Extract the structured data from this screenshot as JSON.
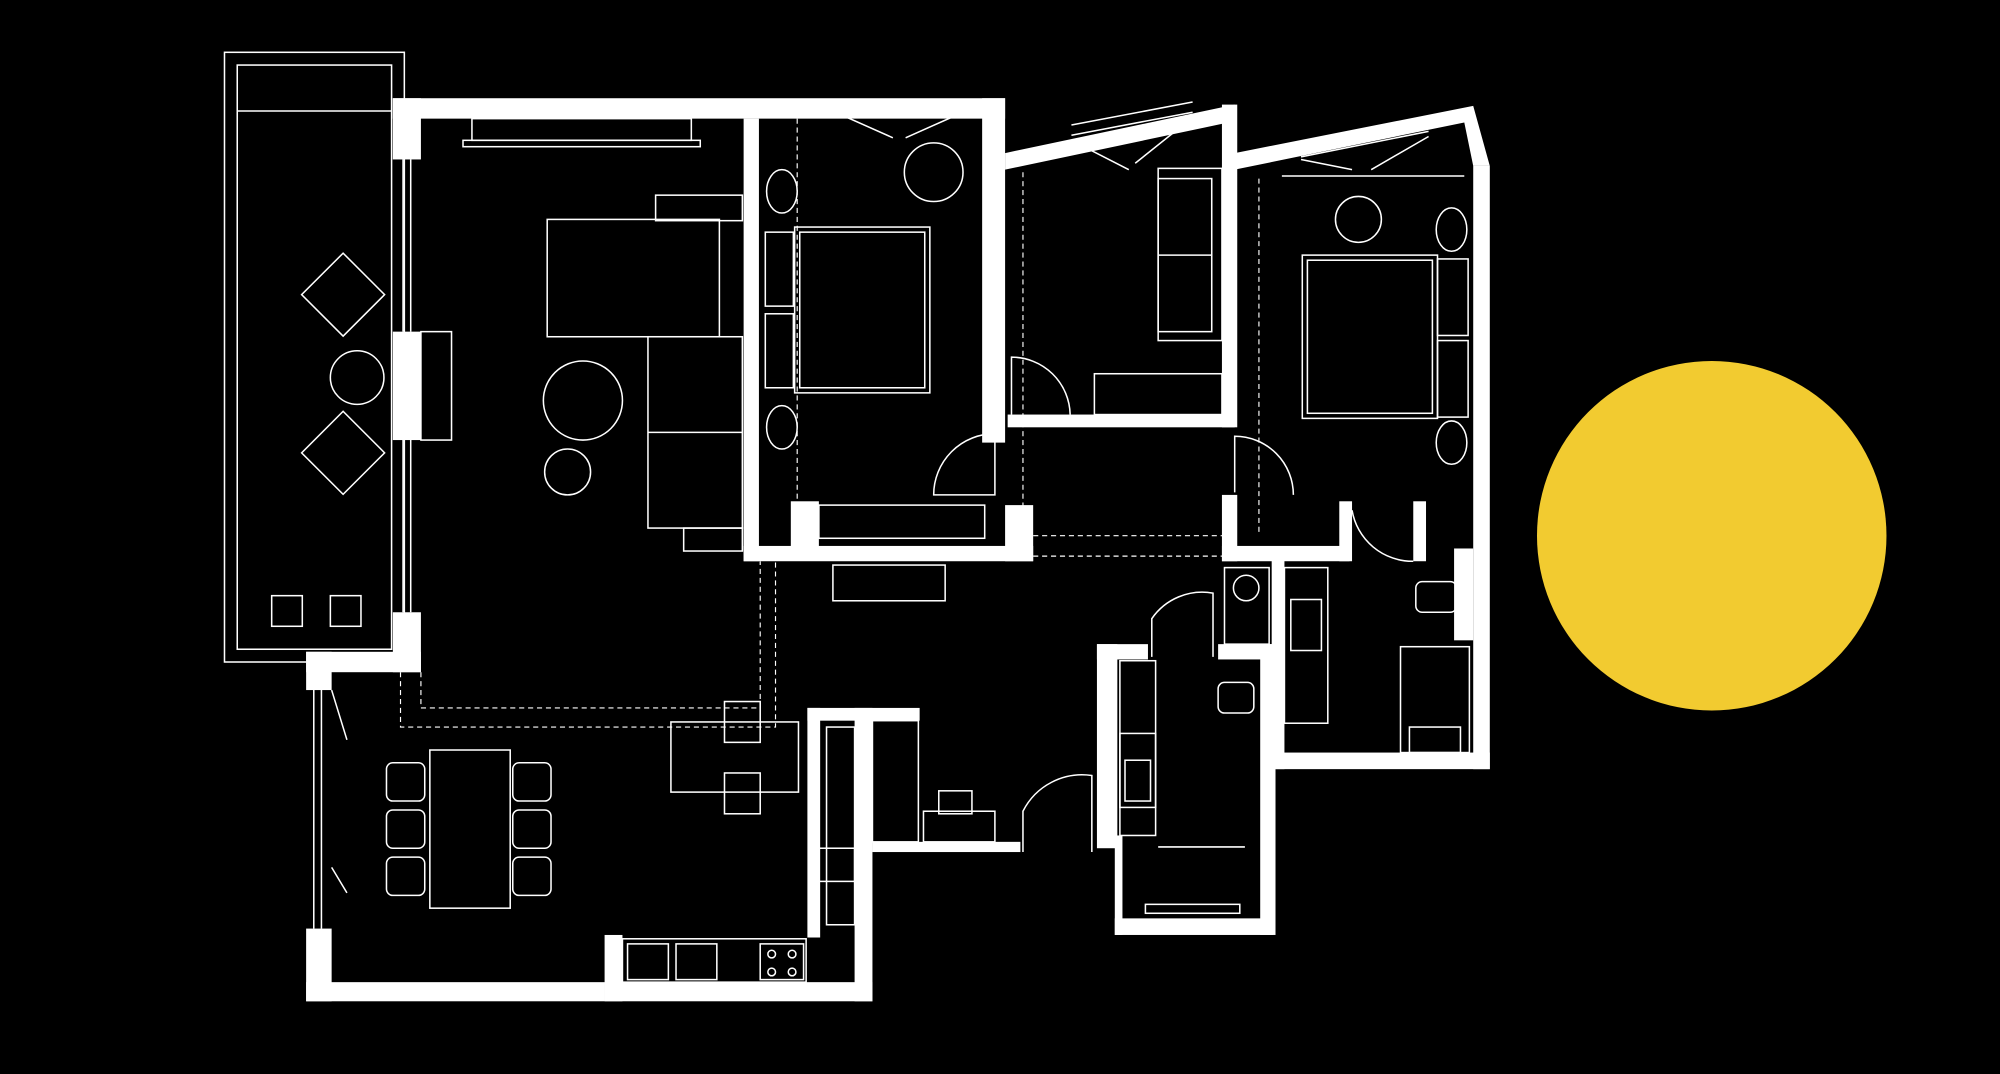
{
  "colors": {
    "background": "#000000",
    "walls": "#ffffff",
    "accent_circle": "#F2CB30"
  },
  "rooms": [
    "balcony",
    "living-room",
    "dining-room",
    "kitchen",
    "bedroom-1",
    "bedroom-2",
    "bedroom-3",
    "bathroom-1",
    "bathroom-2",
    "laundry",
    "hallway"
  ]
}
